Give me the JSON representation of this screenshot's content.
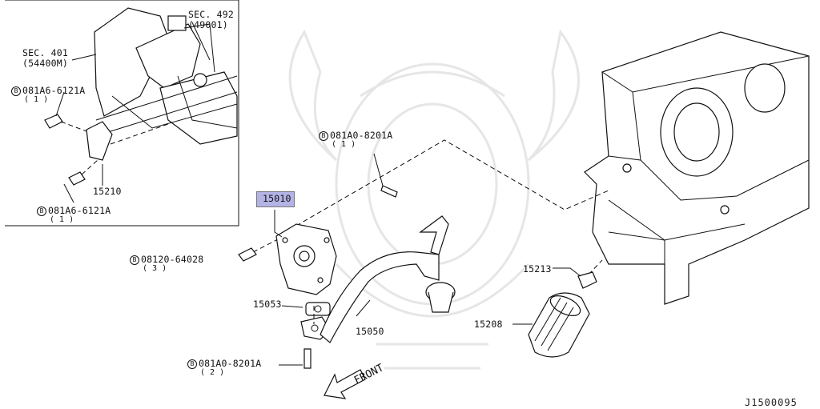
{
  "inset": {
    "sec401": "SEC. 401",
    "sec401_sub": "(54400M)",
    "sec492": "SEC. 492",
    "sec492_sub": "(49001)",
    "bolt_top": "081A6-6121A",
    "bolt_top_qty": "( 1 )",
    "bolt_bottom": "081A6-6121A",
    "bolt_bottom_qty": "( 1 )",
    "bracket_part": "15210"
  },
  "parts": {
    "oil_pump": "15010",
    "bolt_pump": "08120-64028",
    "bolt_pump_qty": "( 3 )",
    "gasket": "15053",
    "strainer": "15050",
    "bolt_lower": "081A0-8201A",
    "bolt_lower_qty": "( 2 )",
    "bolt_upper": "081A0-8201A",
    "bolt_upper_qty": "( 1 )",
    "filter_stud": "15213",
    "oil_filter": "15208"
  },
  "bolt_symbol": "B",
  "front_label": "FRONT",
  "diagram_code": "J1500095",
  "colors": {
    "highlight": "#b3b3e6",
    "line": "#111111"
  }
}
